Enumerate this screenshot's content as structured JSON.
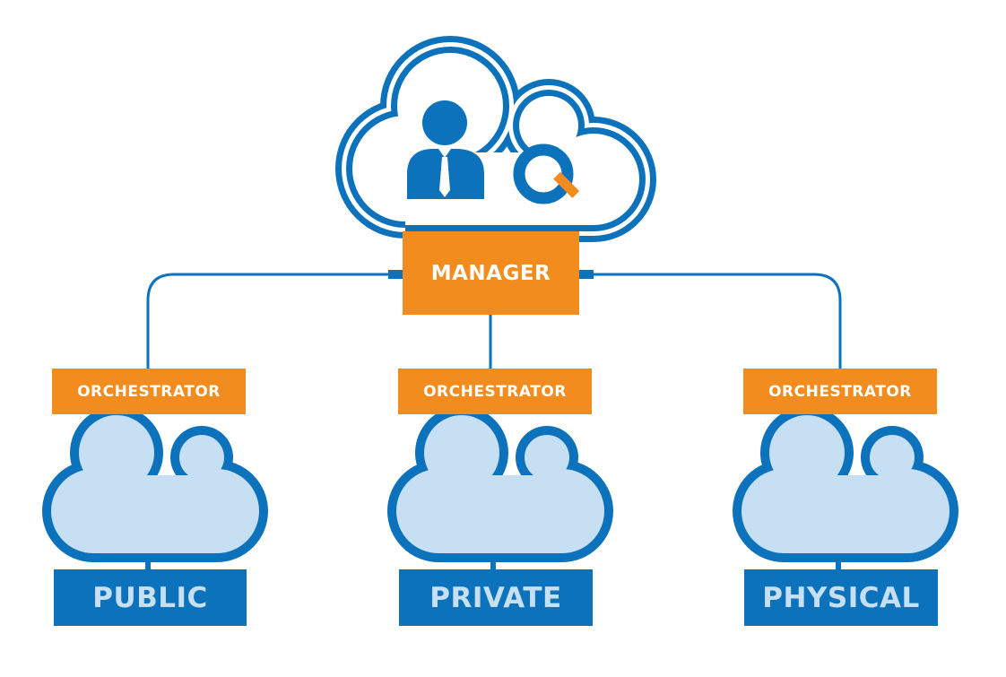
{
  "colors": {
    "blue": "#0c72bb",
    "orange": "#f28c1e",
    "cloud_fill": "#c7dff3",
    "label_text_light": "#ffffff",
    "cloud_name_text": "#c7dff3"
  },
  "icons": {
    "top_cloud": "cloud-outline-icon",
    "person": "business-person-icon",
    "logo": "q-magnifier-logo-icon",
    "bottom_cloud": "cloud-icon"
  },
  "manager": {
    "label": "MANAGER"
  },
  "clouds": [
    {
      "orchestrator_label": "ORCHESTRATOR",
      "name": "PUBLIC"
    },
    {
      "orchestrator_label": "ORCHESTRATOR",
      "name": "PRIVATE"
    },
    {
      "orchestrator_label": "ORCHESTRATOR",
      "name": "PHYSICAL"
    }
  ]
}
